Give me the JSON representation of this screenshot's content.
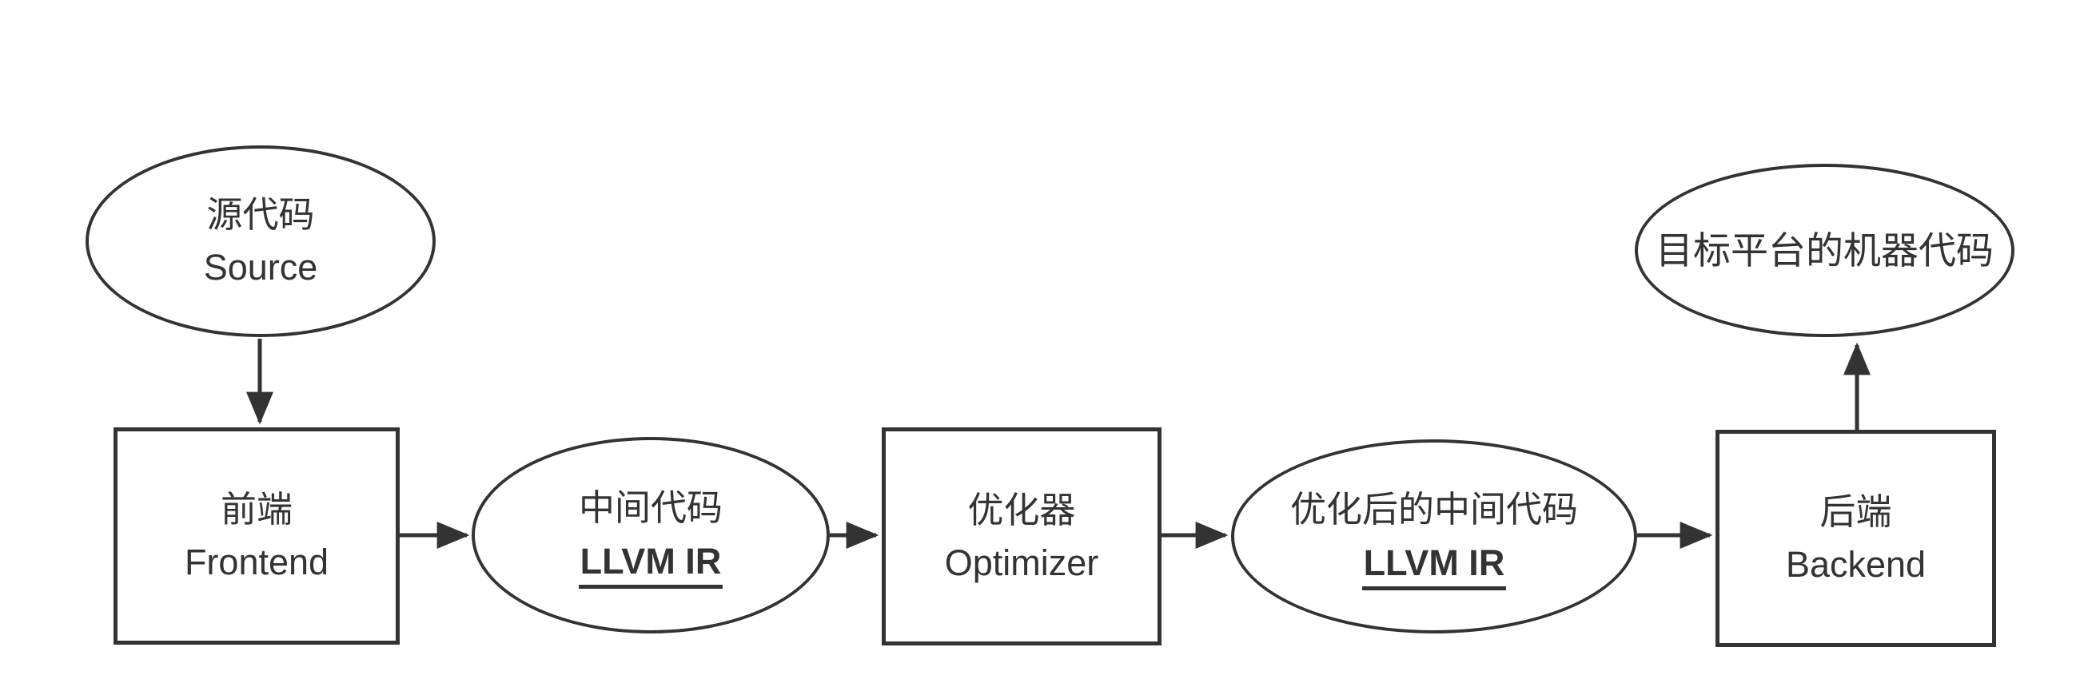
{
  "page": {
    "background": "#ffffff"
  },
  "diagram": {
    "stroke_color": "#333333",
    "text_color": "#333333",
    "nodes": {
      "source": {
        "shape": "ellipse",
        "line1": "源代码",
        "line2": "Source"
      },
      "frontend": {
        "shape": "rect",
        "line1": "前端",
        "line2": "Frontend"
      },
      "ir1": {
        "shape": "ellipse",
        "line1": "中间代码",
        "line2": "LLVM IR",
        "line2_style": "bold-underline"
      },
      "optimizer": {
        "shape": "rect",
        "line1": "优化器",
        "line2": "Optimizer"
      },
      "ir2": {
        "shape": "ellipse",
        "line1": "优化后的中间代码",
        "line2": "LLVM IR",
        "line2_style": "bold-underline"
      },
      "backend": {
        "shape": "rect",
        "line1": "后端",
        "line2": "Backend"
      },
      "target": {
        "shape": "ellipse",
        "line1": "目标平台的机器代码"
      }
    },
    "edges": [
      {
        "from": "source",
        "to": "frontend",
        "direction": "down"
      },
      {
        "from": "frontend",
        "to": "ir1",
        "direction": "right"
      },
      {
        "from": "ir1",
        "to": "optimizer",
        "direction": "right"
      },
      {
        "from": "optimizer",
        "to": "ir2",
        "direction": "right"
      },
      {
        "from": "ir2",
        "to": "backend",
        "direction": "right"
      },
      {
        "from": "backend",
        "to": "target",
        "direction": "up"
      }
    ]
  }
}
